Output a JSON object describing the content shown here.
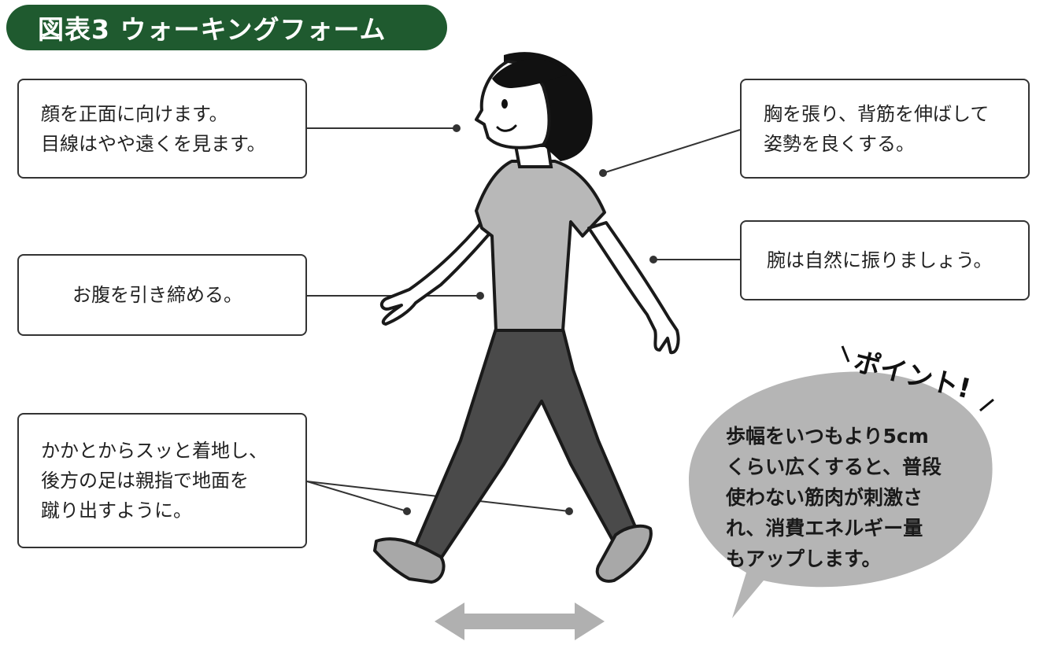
{
  "title": "図表3 ウォーキングフォーム",
  "annotations": {
    "face": [
      "顔を正面に向けます。",
      "目線はやや遠くを見ます。"
    ],
    "chest": [
      "胸を張り、背筋を伸ばして",
      "姿勢を良くする。"
    ],
    "arm": [
      "腕は自然に振りましょう。"
    ],
    "belly": [
      "お腹を引き締める。"
    ],
    "heel": [
      "かかとからスッと着地し、",
      "後方の足は親指で地面を",
      "蹴り出すように。"
    ]
  },
  "point": {
    "label": "ポイント!",
    "text": [
      "歩幅をいつもより5cm",
      "くらい広くすると、普段",
      "使わない筋肉が刺激さ",
      "れ、消費エネルギー量",
      "もアップします。"
    ]
  },
  "colors": {
    "title_bg": "#1f5a2f",
    "shirt": "#b8b8b8",
    "pants": "#4a4a4a",
    "bubble": "#b5b5b5",
    "arrow": "#b0b0b0"
  }
}
